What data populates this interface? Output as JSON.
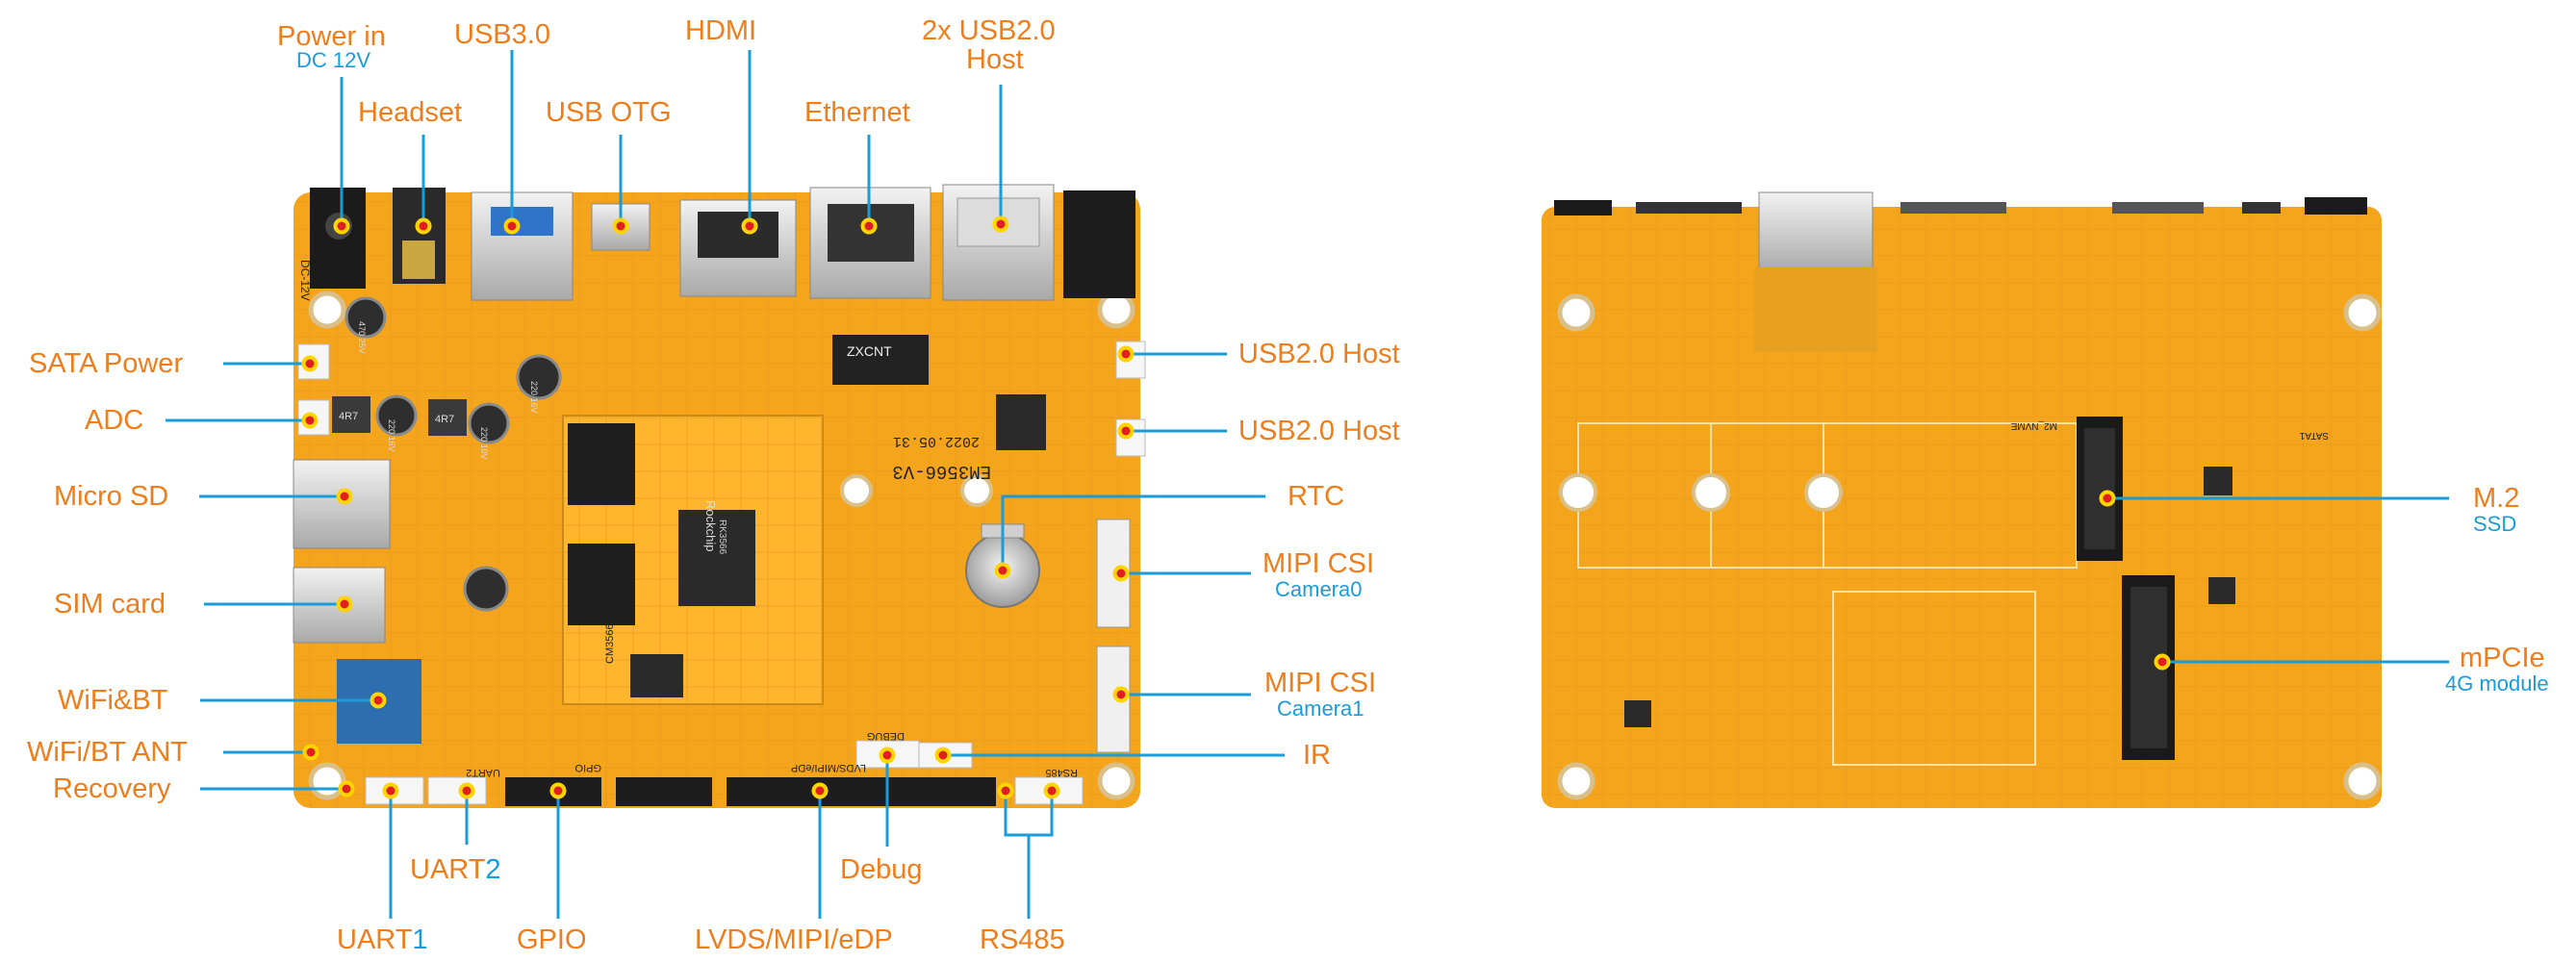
{
  "colors": {
    "label": "#ee7d1c",
    "sublabel": "#1a9cd8",
    "leader": "#1a9cd8",
    "marker_ring": "#ffd400",
    "marker_dot": "#e02020",
    "board": "#f4a51c"
  },
  "front_board": {
    "silkscreen": {
      "model": "EM3566-V3",
      "date": "2022.05.31",
      "som_brand": "Rockchip",
      "som_chip": "RK3566",
      "som_id": "CM3566 V1.0",
      "eth_chip": "ZXCNT",
      "dc_mark": "DC-12V",
      "cap_a": "470 25V",
      "cap_b": "220 16V",
      "cap_c": "220 16V",
      "cap_d": "220 10V",
      "ind_a": "4R7",
      "ind_b": "4R7",
      "hdr_a": "GPIO",
      "hdr_b": "LVDS/MIPI/eDP",
      "hdr_c": "DEBUG",
      "hdr_d": "RS485",
      "hdr_e": "UART2"
    },
    "labels": {
      "power_in": "Power in",
      "power_in_sub": "DC 12V",
      "headset": "Headset",
      "usb3": "USB3.0",
      "usb_otg": "USB OTG",
      "hdmi": "HDMI",
      "ethernet": "Ethernet",
      "usb2_host_dual": "2x USB2.0",
      "usb2_host_dual_sub": "Host",
      "sata_power": "SATA Power",
      "adc": "ADC",
      "micro_sd": "Micro SD",
      "sim_card": "SIM card",
      "wifi_bt": "WiFi&BT",
      "wifi_bt_ant": "WiFi/BT ANT",
      "recovery": "Recovery",
      "uart2_text": "UART",
      "uart2_num": "2",
      "uart1_text": "UART",
      "uart1_num": "1",
      "gpio": "GPIO",
      "lvds": "LVDS/MIPI/eDP",
      "debug": "Debug",
      "rs485": "RS485",
      "usb2_host_a": "USB2.0 Host",
      "usb2_host_b": "USB2.0 Host",
      "rtc": "RTC",
      "mipi_csi0": "MIPI CSI",
      "mipi_csi0_sub": "Camera0",
      "mipi_csi1": "MIPI CSI",
      "mipi_csi1_sub": "Camera1",
      "ir": "IR"
    }
  },
  "back_board": {
    "silkscreen": {
      "m2_mark": "M2_NVME",
      "sata_mark": "SATA1"
    },
    "labels": {
      "m2": "M.2",
      "m2_sub": "SSD",
      "mpcie": "mPCIe",
      "mpcie_sub": "4G module"
    }
  }
}
